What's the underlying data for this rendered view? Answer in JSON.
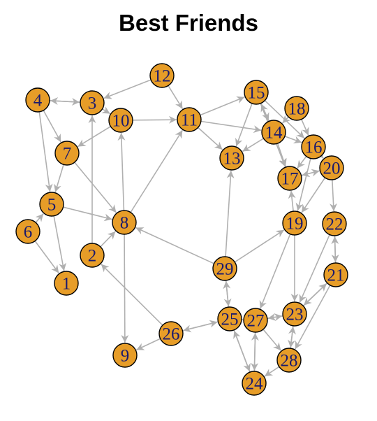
{
  "title": "Best Friends",
  "colors": {
    "node_fill": "#e79d28",
    "node_stroke": "#000000",
    "node_label": "#1a1a6e",
    "edge": "#b0b0b0"
  },
  "nodes": [
    {
      "id": "1",
      "label": "1"
    },
    {
      "id": "2",
      "label": "2"
    },
    {
      "id": "3",
      "label": "3"
    },
    {
      "id": "4",
      "label": "4"
    },
    {
      "id": "5",
      "label": "5"
    },
    {
      "id": "6",
      "label": "6"
    },
    {
      "id": "7",
      "label": "7"
    },
    {
      "id": "8",
      "label": "8"
    },
    {
      "id": "9",
      "label": "9"
    },
    {
      "id": "10",
      "label": "10"
    },
    {
      "id": "11",
      "label": "11"
    },
    {
      "id": "12",
      "label": "12"
    },
    {
      "id": "13",
      "label": "13"
    },
    {
      "id": "14",
      "label": "14"
    },
    {
      "id": "15",
      "label": "15"
    },
    {
      "id": "16",
      "label": "16"
    },
    {
      "id": "17",
      "label": "17"
    },
    {
      "id": "18",
      "label": "18"
    },
    {
      "id": "19",
      "label": "19"
    },
    {
      "id": "20",
      "label": "20"
    },
    {
      "id": "21",
      "label": "21"
    },
    {
      "id": "22",
      "label": "22"
    },
    {
      "id": "23",
      "label": "23"
    },
    {
      "id": "24",
      "label": "24"
    },
    {
      "id": "25",
      "label": "25"
    },
    {
      "id": "26",
      "label": "26"
    },
    {
      "id": "27",
      "label": "27"
    },
    {
      "id": "28",
      "label": "28"
    },
    {
      "id": "29",
      "label": "29"
    }
  ],
  "edges": [
    [
      "4",
      "3"
    ],
    [
      "3",
      "4"
    ],
    [
      "12",
      "3"
    ],
    [
      "12",
      "11"
    ],
    [
      "3",
      "10"
    ],
    [
      "10",
      "11"
    ],
    [
      "10",
      "7"
    ],
    [
      "2",
      "3"
    ],
    [
      "4",
      "7"
    ],
    [
      "4",
      "5"
    ],
    [
      "7",
      "5"
    ],
    [
      "7",
      "8"
    ],
    [
      "6",
      "5"
    ],
    [
      "6",
      "1"
    ],
    [
      "5",
      "1"
    ],
    [
      "5",
      "8"
    ],
    [
      "2",
      "8"
    ],
    [
      "8",
      "10"
    ],
    [
      "8",
      "11"
    ],
    [
      "8",
      "9"
    ],
    [
      "26",
      "9"
    ],
    [
      "26",
      "2"
    ],
    [
      "29",
      "8"
    ],
    [
      "11",
      "15"
    ],
    [
      "11",
      "13"
    ],
    [
      "11",
      "14"
    ],
    [
      "15",
      "14"
    ],
    [
      "14",
      "15"
    ],
    [
      "15",
      "13"
    ],
    [
      "14",
      "13"
    ],
    [
      "15",
      "16"
    ],
    [
      "15",
      "17"
    ],
    [
      "18",
      "14"
    ],
    [
      "18",
      "16"
    ],
    [
      "14",
      "16"
    ],
    [
      "14",
      "17"
    ],
    [
      "16",
      "17"
    ],
    [
      "16",
      "20"
    ],
    [
      "20",
      "17"
    ],
    [
      "17",
      "20"
    ],
    [
      "20",
      "22"
    ],
    [
      "22",
      "21"
    ],
    [
      "21",
      "22"
    ],
    [
      "19",
      "17"
    ],
    [
      "16",
      "19"
    ],
    [
      "20",
      "19"
    ],
    [
      "29",
      "13"
    ],
    [
      "29",
      "19"
    ],
    [
      "29",
      "25"
    ],
    [
      "25",
      "29"
    ],
    [
      "25",
      "26"
    ],
    [
      "26",
      "25"
    ],
    [
      "25",
      "24"
    ],
    [
      "24",
      "25"
    ],
    [
      "27",
      "24"
    ],
    [
      "24",
      "27"
    ],
    [
      "27",
      "23"
    ],
    [
      "23",
      "27"
    ],
    [
      "23",
      "28"
    ],
    [
      "28",
      "23"
    ],
    [
      "21",
      "23"
    ],
    [
      "21",
      "28"
    ],
    [
      "19",
      "23"
    ],
    [
      "28",
      "24"
    ],
    [
      "27",
      "28"
    ],
    [
      "25",
      "27"
    ],
    [
      "22",
      "23"
    ],
    [
      "19",
      "27"
    ],
    [
      "23",
      "21"
    ]
  ]
}
